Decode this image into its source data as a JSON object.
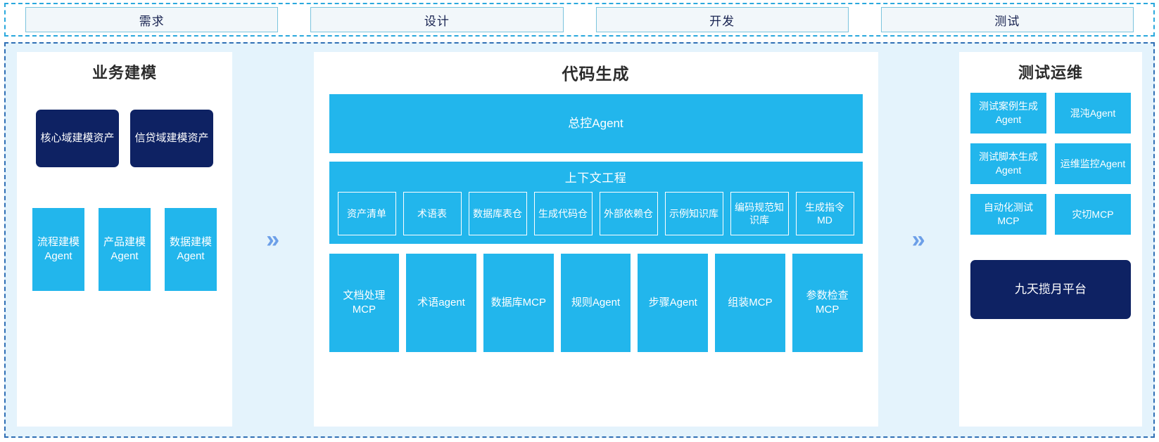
{
  "stages": {
    "items": [
      {
        "label": "需求"
      },
      {
        "label": "设计"
      },
      {
        "label": "开发"
      },
      {
        "label": "测试"
      }
    ]
  },
  "separators": {
    "chevron_glyph": "»",
    "icon_name": "double-chevron-right-icon",
    "color": "#6c9fe8"
  },
  "colors": {
    "navy": "#0e2263",
    "cyan": "#22b6ec",
    "panel_bg": "#e4f3fc",
    "stage_border": "#7bc4dd",
    "region_border": "#2f6fb5",
    "band_border": "#2aa8dd",
    "title_text": "#2b2b2b",
    "stage_text": "#16214f"
  },
  "left_panel": {
    "title": "业务建模",
    "assets": [
      {
        "label": "核心域建模资产"
      },
      {
        "label": "信贷域建模资产"
      }
    ],
    "agents": [
      {
        "label": "流程建模Agent"
      },
      {
        "label": "产品建模Agent"
      },
      {
        "label": "数据建模Agent"
      }
    ]
  },
  "center_panel": {
    "title": "代码生成",
    "master_agent": {
      "label": "总控Agent"
    },
    "context": {
      "title": "上下文工程",
      "items": [
        {
          "label": "资产清单"
        },
        {
          "label": "术语表"
        },
        {
          "label": "数据库表仓"
        },
        {
          "label": "生成代码仓"
        },
        {
          "label": "外部依赖仓"
        },
        {
          "label": "示例知识库"
        },
        {
          "label": "编码规范知识库"
        },
        {
          "label": "生成指令MD"
        }
      ]
    },
    "tools": [
      {
        "label": "文档处理MCP"
      },
      {
        "label": "术语agent"
      },
      {
        "label": "数据库MCP"
      },
      {
        "label": "规则Agent"
      },
      {
        "label": "步骤Agent"
      },
      {
        "label": "组装MCP"
      },
      {
        "label": "参数检查MCP"
      }
    ]
  },
  "right_panel": {
    "title": "测试运维",
    "agents": [
      {
        "label": "测试案例生成Agent"
      },
      {
        "label": "混沌Agent"
      },
      {
        "label": "测试脚本生成Agent"
      },
      {
        "label": "运维监控Agent"
      },
      {
        "label": "自动化测试MCP"
      },
      {
        "label": "灾切MCP"
      }
    ],
    "platform": {
      "label": "九天揽月平台"
    }
  }
}
